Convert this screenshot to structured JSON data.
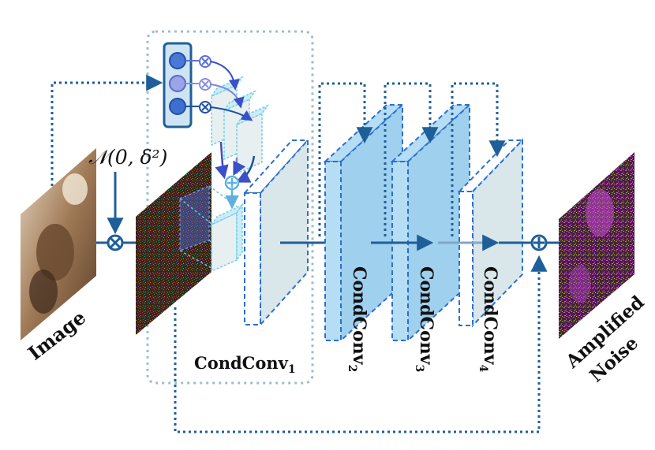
{
  "labels": {
    "image": "Image",
    "noise_formula": "𝒩(0, δ²)",
    "output_line1": "Amplified",
    "output_line2": "Noise",
    "condconv1_base": "CondConv",
    "condconv1_sub": "1",
    "condconv2_base": "CondConv",
    "condconv2_sub": "2",
    "condconv3_base": "CondConv",
    "condconv3_sub": "3",
    "condconv4_base": "CondConv",
    "condconv4_sub": "4"
  },
  "icons": {
    "multiply": "circled-times",
    "add": "circled-plus"
  },
  "colors": {
    "arrow_blue": "#1f5f99",
    "dotted_blue": "#1f5f99",
    "layer_fill": "#9fd0ee",
    "layer_edge": "#2b6fd1",
    "layer_gray": "#d9e6ea",
    "attention_box": "#cfe4f2",
    "node_fill_dark": "#4a78d6",
    "node_fill_light": "#9aa4e6",
    "condconv1_frame": "#9bbfc4"
  }
}
